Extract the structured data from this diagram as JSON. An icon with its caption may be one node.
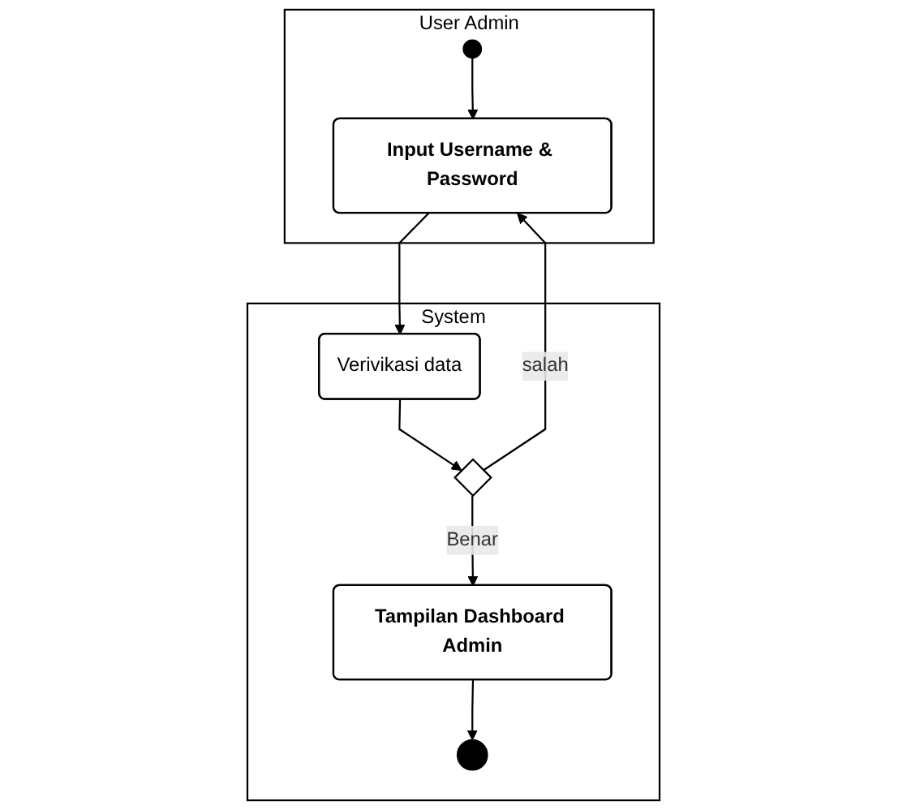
{
  "diagram": {
    "nodes": [
      {
        "text": [
          "User Admin"
        ]
      },
      {
        "text": [
          "System"
        ]
      },
      {
        "text": [],
        "shape": "circle",
        "in": 0
      },
      {
        "text": [
          "Input Username & Password"
        ],
        "in": 0
      },
      {
        "text": [
          "Verivikasi data"
        ],
        "in": 1
      },
      {
        "text": [],
        "shape": "diamond",
        "in": 1
      },
      {
        "text": [
          "Tampilan Dashboard Admin"
        ],
        "in": 1
      },
      {
        "text": [],
        "shape": "bullseye",
        "in": 1
      }
    ],
    "edges": [
      {
        "from": 2,
        "to": 3,
        "arrow": "to"
      },
      {
        "from": 3,
        "to": 4,
        "arrow": "to"
      },
      {
        "from": 4,
        "to": 5,
        "arrow": "to"
      },
      {
        "from": 5,
        "to": 3,
        "arrow": "to",
        "label": "salah"
      },
      {
        "from": 5,
        "to": 6,
        "arrow": "to",
        "label": "Benar"
      },
      {
        "from": 6,
        "to": 7,
        "arrow": "to"
      }
    ]
  }
}
